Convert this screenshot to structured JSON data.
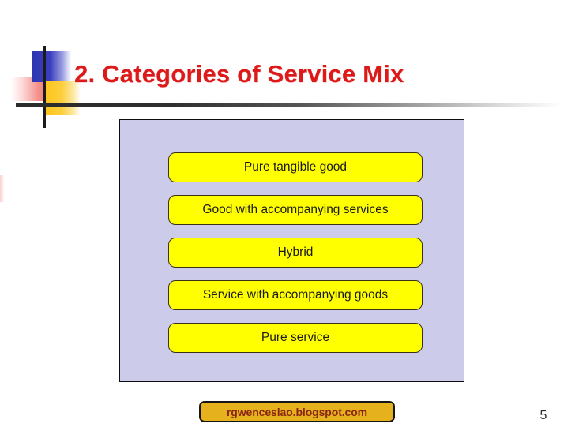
{
  "slide": {
    "title": "2. Categories of Service Mix",
    "page_number": "5",
    "title_color": "#DD1A1A",
    "panel_color": "#CCCCEA",
    "box_color": "#FFFF00",
    "box_border_color": "#3B3119"
  },
  "logo": {
    "blue_color": "#3A3FBE",
    "yellow_color": "#FCC417",
    "red_color": "#EF5F57",
    "line_color": "#1C1C1C"
  },
  "diagram": {
    "categories": [
      {
        "label": "Pure tangible good"
      },
      {
        "label": "Good with accompanying services"
      },
      {
        "label": "Hybrid"
      },
      {
        "label": "Service with accompanying goods"
      },
      {
        "label": "Pure service"
      }
    ]
  },
  "watermark": {
    "text": "rgwenceslao.blogspot.com",
    "background_color": "#E5B21D",
    "text_color": "#8A2512"
  }
}
